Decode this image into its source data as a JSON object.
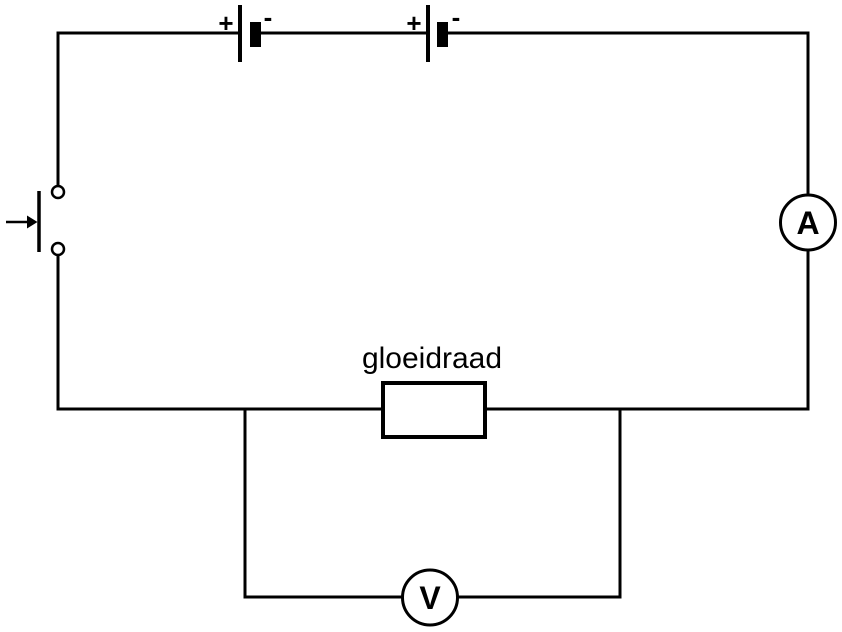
{
  "colors": {
    "background": "#ffffff",
    "line": "#000000",
    "text": "#000000"
  },
  "labels": {
    "battery1_plus": "+",
    "battery1_minus": "-",
    "battery2_plus": "+",
    "battery2_minus": "-",
    "ammeter": "A",
    "voltmeter": "V",
    "filament": "gloeidraad"
  },
  "icons": {
    "battery_cell_1": "battery-cell-icon",
    "battery_cell_2": "battery-cell-icon",
    "push_switch": "push-button-switch-icon",
    "press_arrow": "arrow-right-icon",
    "ammeter": "ammeter-icon",
    "voltmeter": "voltmeter-icon",
    "filament_resistor": "resistor-icon"
  }
}
